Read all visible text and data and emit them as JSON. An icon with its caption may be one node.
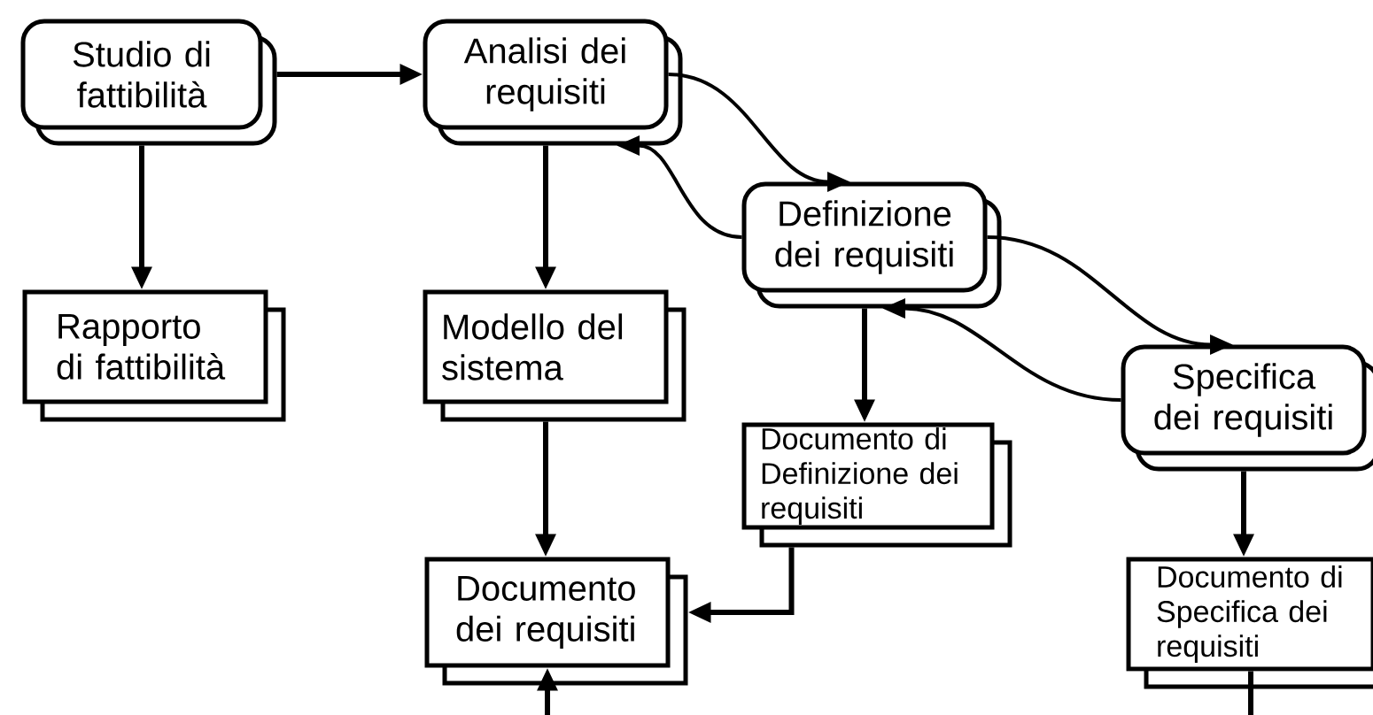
{
  "diagram": {
    "nodes": [
      {
        "text": [
          "Studio di fattibilità"
        ]
      },
      {
        "text": [
          "Analisi dei requisiti"
        ]
      },
      {
        "text": [
          "Definizione dei requisiti"
        ]
      },
      {
        "text": [
          "Specifica dei requisiti"
        ]
      },
      {
        "text": [
          "Rapporto di fattibilità"
        ]
      },
      {
        "text": [
          "Modello del sistema"
        ]
      },
      {
        "text": [
          "Documento di Definizione dei requisiti"
        ]
      },
      {
        "text": [
          "Documento dei requisiti"
        ]
      },
      {
        "text": [
          "Documento di Specifica dei requisiti"
        ]
      }
    ],
    "edges": [
      {
        "from": 0,
        "to": 1,
        "arrow": "to"
      },
      {
        "from": 0,
        "to": 4,
        "arrow": "to"
      },
      {
        "from": 1,
        "to": 5,
        "arrow": "to"
      },
      {
        "from": 1,
        "to": 2,
        "arrow": "to"
      },
      {
        "from": 2,
        "to": 1,
        "arrow": "to"
      },
      {
        "from": 2,
        "to": 3,
        "arrow": "to"
      },
      {
        "from": 3,
        "to": 2,
        "arrow": "to"
      },
      {
        "from": 2,
        "to": 6,
        "arrow": "to"
      },
      {
        "from": 5,
        "to": 7,
        "arrow": "to"
      },
      {
        "from": 6,
        "to": 7,
        "arrow": "to"
      },
      {
        "from": 3,
        "to": 8,
        "arrow": "to"
      },
      {
        "from": null,
        "to": 7,
        "arrow": "to"
      },
      {
        "from": 8,
        "to": null,
        "arrow": "none"
      }
    ]
  }
}
